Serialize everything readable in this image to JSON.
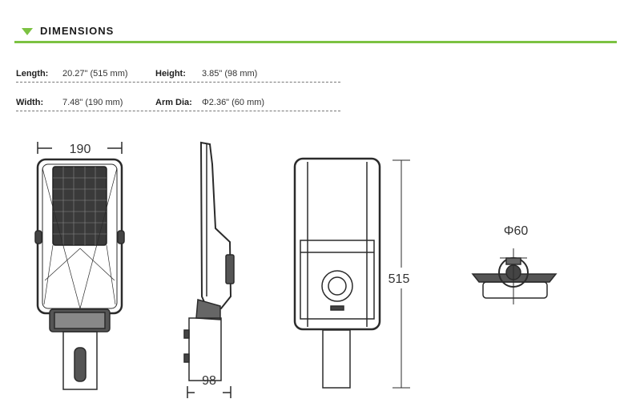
{
  "section": {
    "title": "DIMENSIONS",
    "accent": "#7cc242"
  },
  "specs": {
    "length_label": "Length:",
    "length_value": "20.27\" (515 mm)",
    "height_label": "Height:",
    "height_value": "3.85\" (98 mm)",
    "width_label": "Width:",
    "width_value": "7.48\" (190 mm)",
    "arm_label": "Arm Dia:",
    "arm_value": "Φ2.36\" (60 mm)"
  },
  "drawing_labels": {
    "width": "190",
    "height": "98",
    "length": "515",
    "arm": "Φ60"
  }
}
